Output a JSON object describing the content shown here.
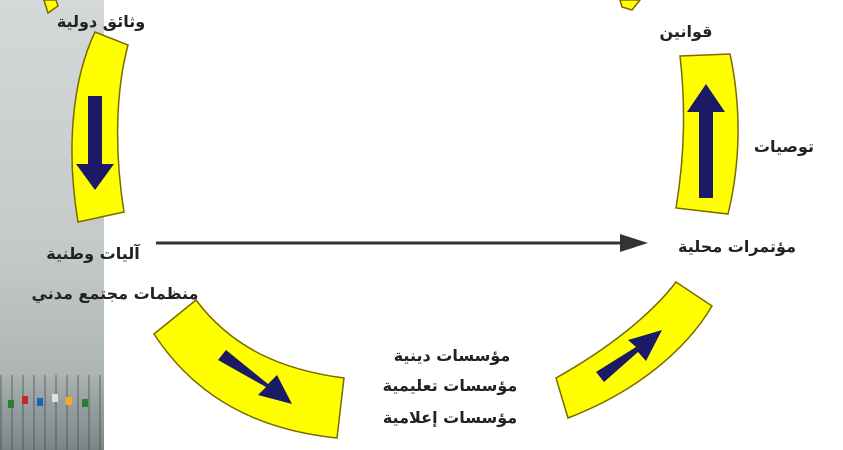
{
  "colors": {
    "arc_fill": "#ffff00",
    "arc_stroke": "#7a6a00",
    "arrow": "#1a1a66",
    "connector": "#333333",
    "text": "#222222"
  },
  "nodes": {
    "international_documents": "وثائق دولية",
    "laws": "قوانين",
    "recommendations": "توصيات",
    "local_conferences": "مؤتمرات محلية",
    "national_mechanisms": "آليات وطنية",
    "civil_society": "منظمات مجتمع مدني",
    "institutions": [
      "مؤسسات دينية",
      "مؤسسات تعليمية",
      "مؤسسات إعلامية"
    ]
  }
}
